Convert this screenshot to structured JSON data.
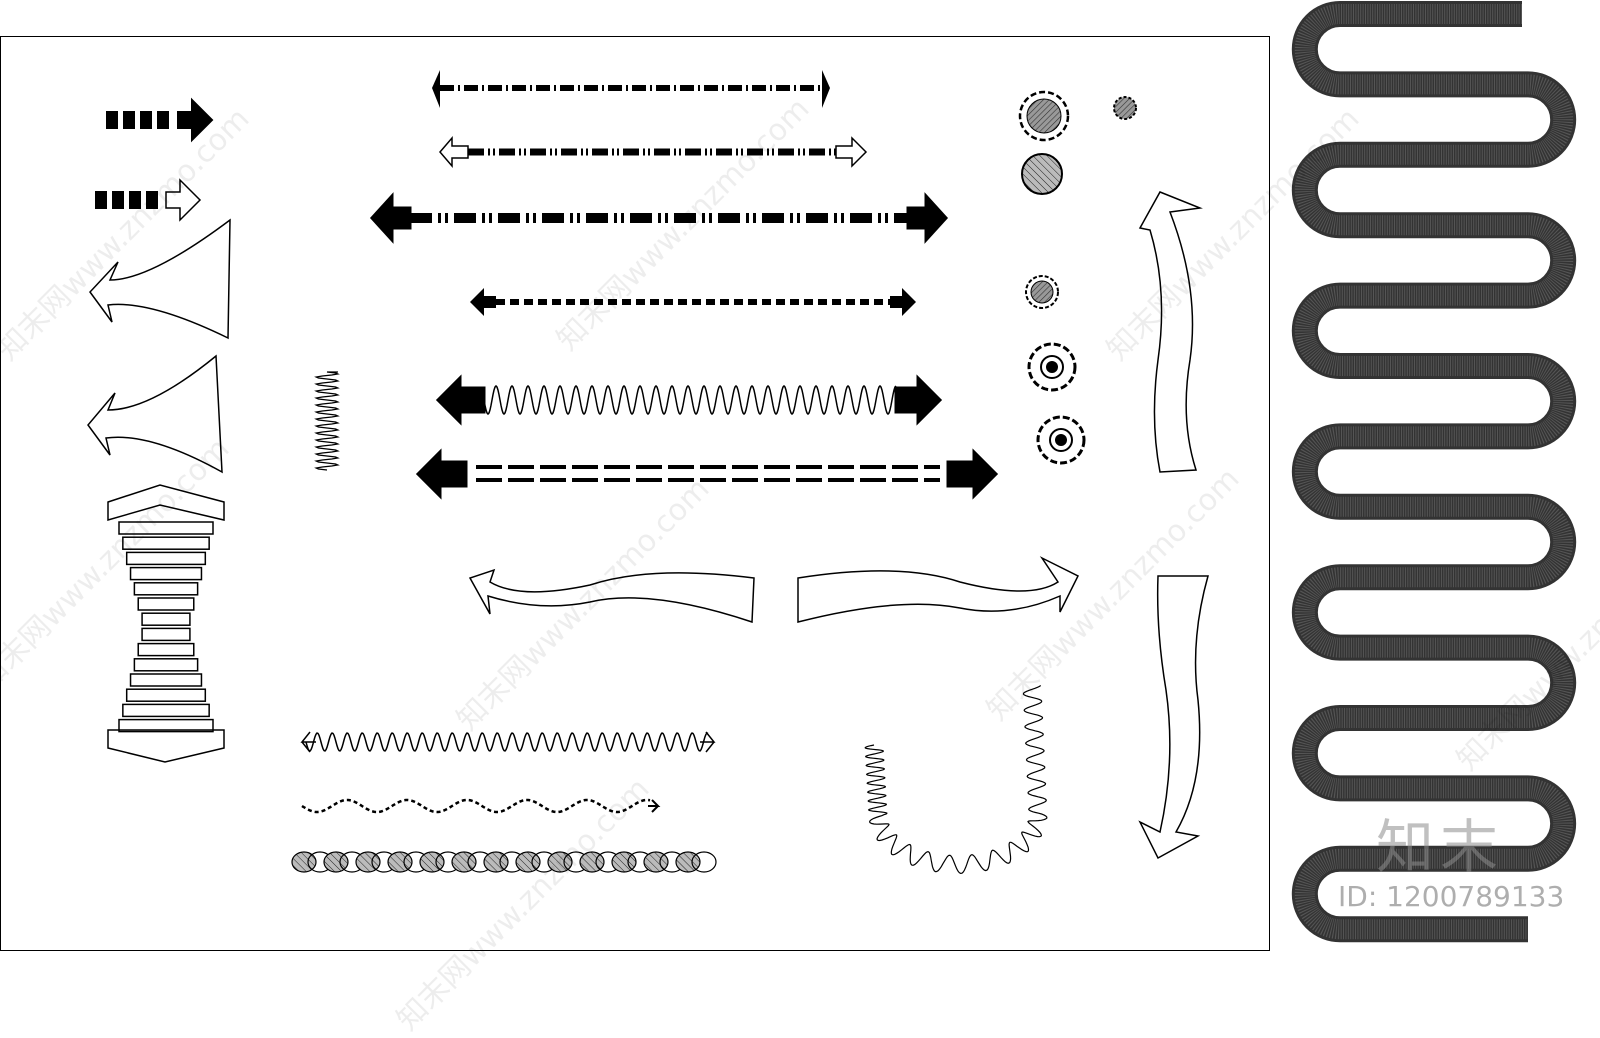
{
  "watermark": {
    "text": "知末网www.znzmo.com"
  },
  "brand": {
    "logo_text": "知末",
    "asset_id": "ID: 1200789133"
  },
  "colors": {
    "ink": "#000000",
    "zigzag_band": "#333333",
    "hatch_fill": "#888888",
    "background": "#ffffff"
  },
  "symbols": [
    "dashed-arrow-icon",
    "dashed-outline-arrow-icon",
    "flared-curved-arrow-icon",
    "ribbed-hourglass-marker-icon",
    "double-dash-dimension-line-icon",
    "wavy-double-arrow-icon",
    "hatched-circle-icon",
    "target-circle-icon",
    "curved-sweep-arrow-icon",
    "coil-spring-icon",
    "chain-link-icon",
    "serpentine-band-icon"
  ]
}
